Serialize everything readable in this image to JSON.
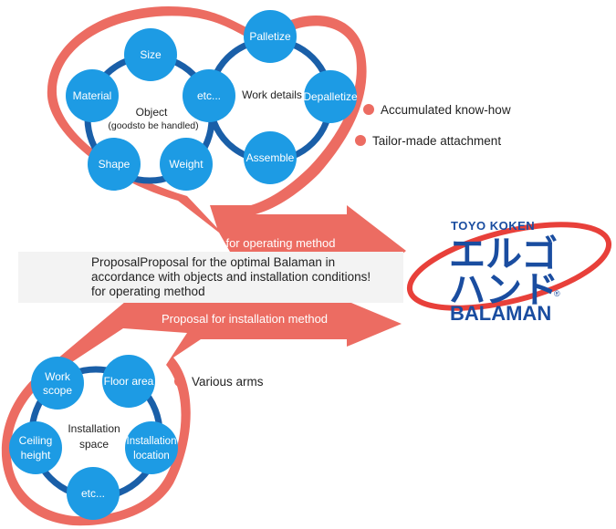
{
  "object_cluster": {
    "center": "Object",
    "center_sub": "(goodsto be handled)",
    "nodes": [
      "Size",
      "Material",
      "etc...",
      "Shape",
      "Weight"
    ]
  },
  "work_cluster": {
    "center": "Work details",
    "nodes": [
      "Palletize",
      "Depalletize",
      "Assemble"
    ]
  },
  "space_cluster": {
    "center_line1": "Installation",
    "center_line2": "space",
    "nodes": [
      {
        "line1": "Work",
        "line2": "scope"
      },
      {
        "line1": "Floor area",
        "line2": ""
      },
      {
        "line1": "Ceiling",
        "line2": "height"
      },
      {
        "line1": "Installation",
        "line2": "location"
      },
      {
        "line1": "etc...",
        "line2": ""
      }
    ]
  },
  "callouts": {
    "accumulated": "Accumulated know-how",
    "tailor": "Tailor-made attachment",
    "arms": "Various arms"
  },
  "arrows": {
    "operating": "Proposal for operating method",
    "installation": "Proposal for installation method"
  },
  "caption": {
    "line1": "ProposalProposal for the optimal Balaman in",
    "line2": "accordance with objects and installation conditions!",
    "line3": "for operating method"
  },
  "logo": {
    "brand": "TOYO KOKEN",
    "katakana1": "エルゴ",
    "katakana2": "ハンド",
    "name": "BALAMAN",
    "registered": "®"
  },
  "colors": {
    "node_fill": "#1d9be4",
    "ring": "#1a5fa8",
    "bubble": "#ec6c62",
    "logo_blue": "#1a4da0",
    "logo_red": "#e8403a"
  }
}
